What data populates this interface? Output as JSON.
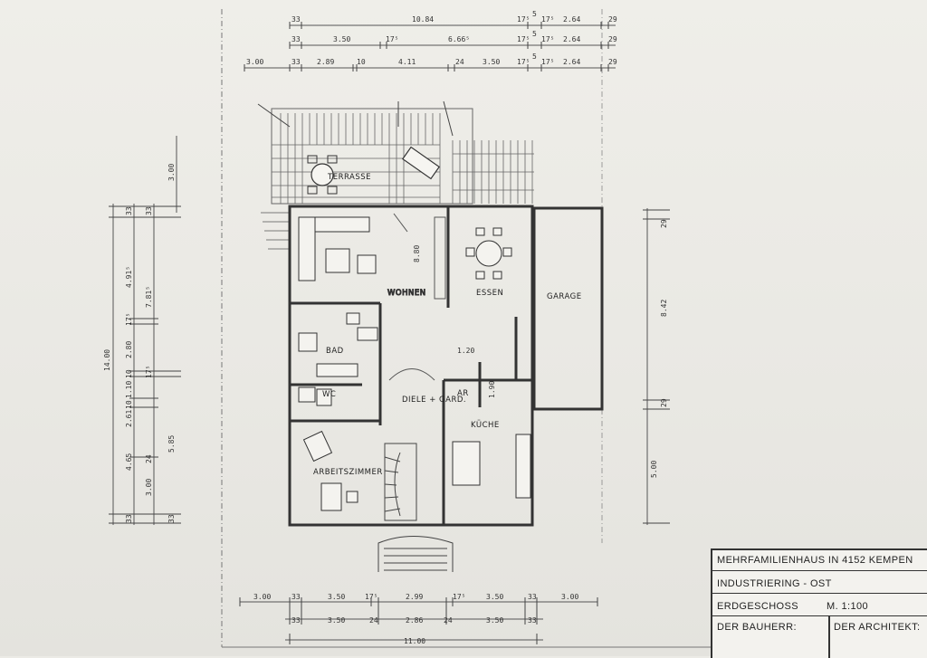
{
  "title_block": {
    "project": "MEHRFAMILIENHAUS IN 4152 KEMPEN",
    "location": "INDUSTRIERING - OST",
    "floor": "ERDGESCHOSS",
    "scale": "M. 1:100",
    "owner_label": "DER BAUHERR:",
    "architect_label": "DER ARCHITEKT:"
  },
  "rooms": {
    "terrace": "TERRASSE",
    "living": "WOHNEN",
    "dining": "ESSEN",
    "garage": "GARAGE",
    "bath": "BAD",
    "wc": "WC",
    "hall": "DIELE + GARD.",
    "storage": "AR",
    "kitchen": "KÜCHE",
    "study": "ARBEITSZIMMER"
  },
  "top_dims": {
    "row1": [
      "33",
      "10.84",
      "17⁵",
      "5",
      "17⁵",
      "2.64",
      "29"
    ],
    "row2": [
      "33",
      "3.50",
      "17⁵",
      "6.66⁵",
      "17⁵",
      "5",
      "17⁵",
      "2.64",
      "29"
    ],
    "row3": [
      "3.00",
      "33",
      "2.89",
      "10",
      "4.11",
      "24",
      "3.50",
      "17⁵",
      "5",
      "17⁵",
      "2.64",
      "29"
    ]
  },
  "bottom_dims": {
    "row1": [
      "3.00",
      "33",
      "3.50",
      "17⁵",
      "2.99",
      "17⁵",
      "3.50",
      "33",
      "3.00"
    ],
    "row2": [
      "33",
      "3.50",
      "24",
      "2.86",
      "24",
      "3.50",
      "33"
    ],
    "row3": [
      "11.00"
    ]
  },
  "left_dims": {
    "outer": [
      "14.00"
    ],
    "col2": [
      "33",
      "4.91⁵",
      "17⁵",
      "2.80",
      "10",
      "1.10",
      "10",
      "2.61",
      "4.65",
      "3.00",
      "33"
    ],
    "col3": [
      "33",
      "7.81⁵",
      "17⁵",
      "24",
      "5.85",
      "33"
    ],
    "col4": [
      "3.00"
    ]
  },
  "right_dims": [
    "29",
    "8.42",
    "29",
    "5.00"
  ],
  "interior_dims": [
    "8.80",
    "1.20",
    "1.90"
  ]
}
